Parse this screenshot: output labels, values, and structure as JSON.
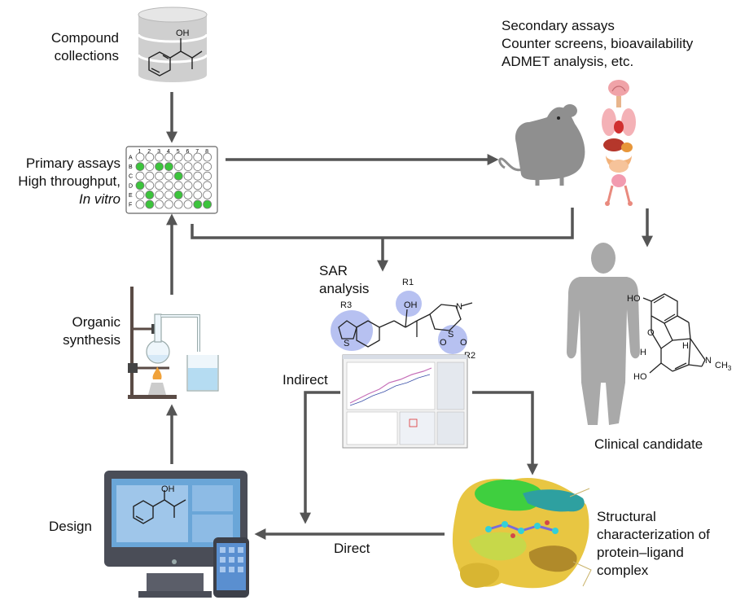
{
  "labels": {
    "compound_line1": "Compound",
    "compound_line2": "collections",
    "primary_line1": "Primary assays",
    "primary_line2": "High throughput,",
    "primary_line3": "In vitro",
    "secondary_line1": "Secondary assays",
    "secondary_line2": "Counter screens, bioavailability",
    "secondary_line3": "ADMET analysis, etc.",
    "sar_line1": "SAR",
    "sar_line2": "analysis",
    "organic_line1": "Organic",
    "organic_line2": "synthesis",
    "indirect": "Indirect",
    "direct": "Direct",
    "design": "Design",
    "clinical": "Clinical candidate",
    "structural_line1": "Structural",
    "structural_line2": "characterization of",
    "structural_line3": "protein–ligand",
    "structural_line4": "complex"
  },
  "plate": {
    "columns": [
      "1",
      "2",
      "3",
      "4",
      "5",
      "6",
      "7",
      "8"
    ],
    "rows": [
      "A",
      "B",
      "C",
      "D",
      "E",
      "F"
    ],
    "green_wells": [
      [
        1,
        1
      ],
      [
        1,
        3
      ],
      [
        1,
        4
      ],
      [
        2,
        5
      ],
      [
        3,
        1
      ],
      [
        4,
        2
      ],
      [
        4,
        5
      ],
      [
        5,
        2
      ],
      [
        5,
        7
      ],
      [
        5,
        8
      ]
    ]
  },
  "sar_groups": {
    "r1": "R1",
    "r2": "R2",
    "r3": "R3",
    "oh": "OH",
    "s": "S",
    "n": "N",
    "so2_o1": "O",
    "so2_o2": "O"
  },
  "morphine": {
    "ho_top": "HO",
    "o_bridge": "O",
    "h_left": "H",
    "h_right": "H",
    "n": "N",
    "ch3": "CH",
    "ch3_sub": "3",
    "ho_bottom": "HO"
  },
  "cylinder_molecule": {
    "oh": "OH"
  },
  "monitor_molecule": {
    "oh": "OH"
  },
  "colors": {
    "arrow": "#555555",
    "well_green": "#3cc43c",
    "highlight_blue": "#aab6ee",
    "silhouette": "#a9a9a9",
    "mouse": "#8f8f8f",
    "monitor_frame": "#4a4d57",
    "screen_blue": "#6aa6d8",
    "phone_blue": "#5a8fd0",
    "surface_yellow": "#e8c642",
    "surface_green": "#3fcf3f"
  }
}
